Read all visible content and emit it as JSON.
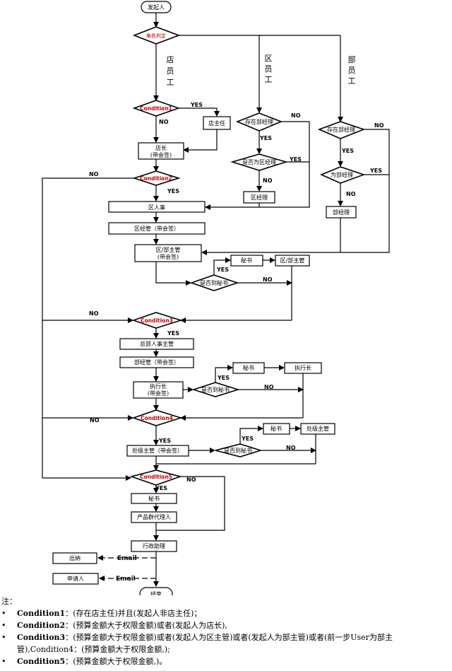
{
  "nodes": {
    "start": "发起人",
    "role": "角色判定",
    "branch_store": [
      "店",
      "员",
      "工"
    ],
    "branch_region": [
      "区",
      "员",
      "工"
    ],
    "branch_dept": [
      "部",
      "员",
      "工"
    ],
    "cond1": "Condition1",
    "store_mgr": "店主任",
    "store_head": [
      "店长",
      "(带会签)"
    ],
    "has_region_mgr": "存在部经理",
    "is_region_mgr": "是否为区经理",
    "region_mgr": "区经理",
    "has_dept_mgr": "存在部经理",
    "is_dept_mgr": "为部经理",
    "dept_mgr": "部经理",
    "cond2": "Condition2",
    "region_hr": "区人事",
    "region_manage": "区经管（带会签）",
    "region_dept_head": [
      "区/部主管",
      "(带会签)"
    ],
    "secretary1": "秘书",
    "region_dept_head2": "区/部主管",
    "to_secretary1": "是否到秘书",
    "cond3": "Condition3",
    "hq_hr_head": "总部人事主管",
    "dept_manage": "部经管（带会签）",
    "exec_head": [
      "执行长",
      "(带会签)"
    ],
    "secretary2": "秘书",
    "exec_head2": "执行长",
    "to_secretary2": "是否到秘书",
    "cond4": "Condition4",
    "division_head": "处级主管（带会签）",
    "secretary3": "秘书",
    "division_head2": "处级主管",
    "to_secretary3": "是否到秘书",
    "cond5": "Condition5",
    "secretary4": "秘书",
    "product_agent": "产品群代理人",
    "admin_assistant": "行政助理",
    "cashier": "出纳",
    "applicant": "申请人",
    "end": "结束"
  },
  "labels": {
    "yes": "YES",
    "no": "NO",
    "email": "Email"
  },
  "notes": {
    "heading": "注：",
    "items": [
      {
        "key": "Condition1",
        "text": "：(存在店主任)并且(发起人非店主任)；"
      },
      {
        "key": "Condition2",
        "text": "：(预算金额大于权限金额)或者(发起人为店长),"
      },
      {
        "key": "Condition3",
        "text": "：(预算金额大于权限金额)或者(发起人为区主管)或者(发起人为部主管)或者(前一步User为部主管),Condition4：(预算金额大于权限金额,);"
      },
      {
        "key": "Condition5",
        "text": "：(预算金额大于权限金额,)。"
      }
    ]
  },
  "colors": {
    "line": "#000000",
    "condition_text": "#c00000"
  }
}
